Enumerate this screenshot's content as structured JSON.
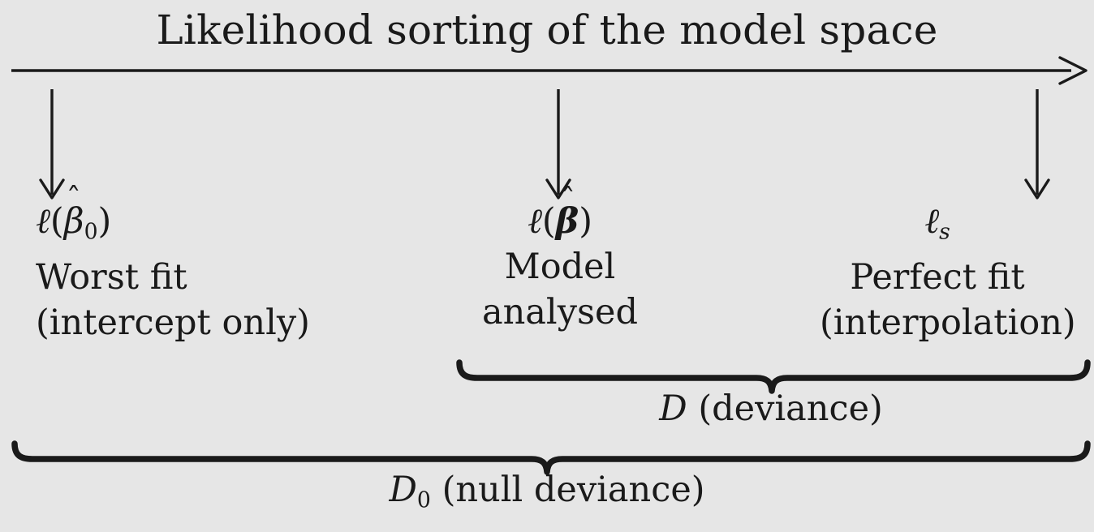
{
  "figure": {
    "title": "Likelihood sorting of the model space",
    "background_color": "#e6e6e6",
    "ink_color": "#1a1a1a"
  },
  "axis": {
    "name": "likelihood-axis",
    "direction": "increasing likelihood to the right",
    "has_arrowhead_right": true
  },
  "markers": [
    {
      "id": "worst",
      "symbol_plain": "ℓ(β̂0)",
      "ell": "ℓ",
      "open_paren": "(",
      "beta": "β",
      "hat": "ˆ",
      "subscript": "0",
      "close_paren": ")",
      "line1": "Worst fit",
      "line2": "(intercept only)"
    },
    {
      "id": "model",
      "symbol_plain": "ℓ(β̂)",
      "ell": "ℓ",
      "open_paren": "(",
      "beta": "β",
      "hat": "ˆ",
      "subscript": "",
      "close_paren": ")",
      "line1": "Model",
      "line2": "analysed"
    },
    {
      "id": "saturated",
      "symbol_plain": "ℓs",
      "ell": "ℓ",
      "open_paren": "",
      "beta": "",
      "hat": "",
      "subscript": "s",
      "close_paren": "",
      "line1": "Perfect fit",
      "line2": "(interpolation)"
    }
  ],
  "braces": [
    {
      "id": "deviance",
      "symbol": "D",
      "description": "(deviance)",
      "spans_from": "model",
      "spans_to": "saturated"
    },
    {
      "id": "null-deviance",
      "symbol": "D",
      "subscript": "0",
      "description": "(null deviance)",
      "spans_from": "worst",
      "spans_to": "saturated"
    }
  ]
}
